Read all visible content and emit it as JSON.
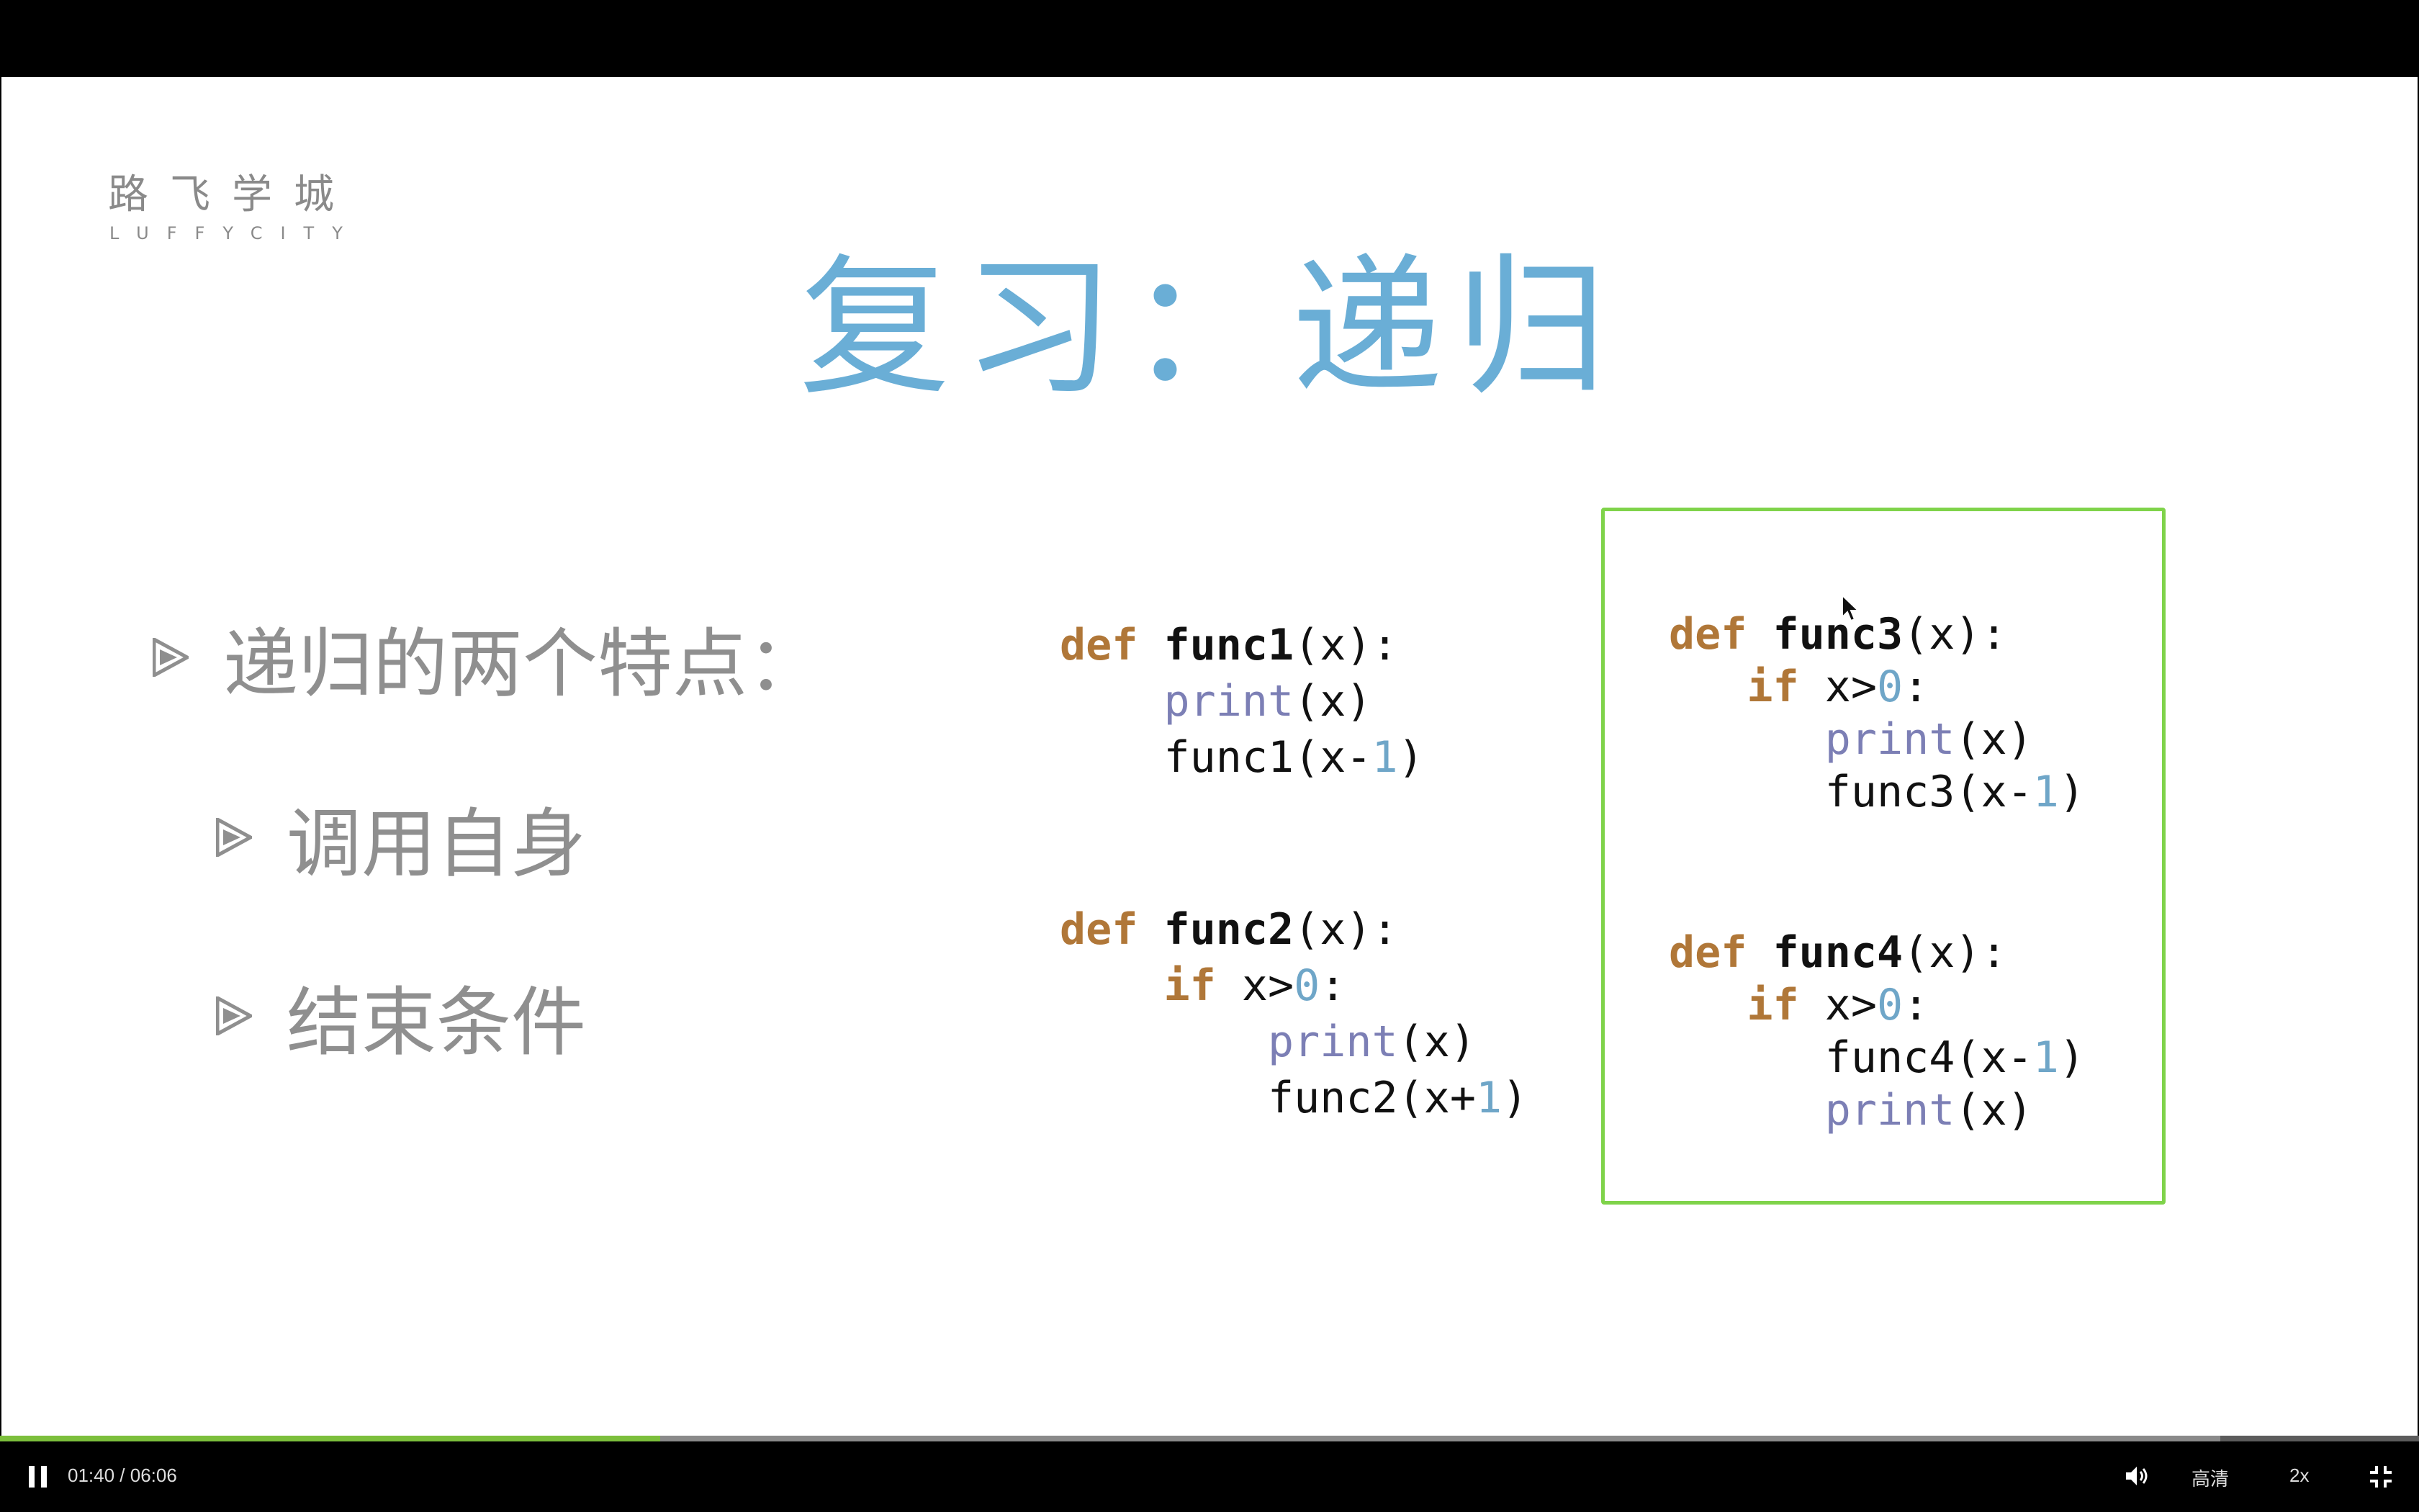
{
  "slide": {
    "logo_cn": "路飞学城",
    "logo_en": "LUFFYCITY",
    "title": "复习：递归",
    "bullets": [
      "递归的两个特点：",
      "调用自身",
      "结束条件"
    ]
  },
  "code": {
    "block1": {
      "def": "def",
      "name": "func1",
      "sig": "(x):",
      "print": "print",
      "print_arg": "(x)",
      "call": "func1(x-",
      "num": "1",
      "close": ")"
    },
    "block2": {
      "def": "def",
      "name": "func2",
      "sig": "(x):",
      "if": "if",
      "cond": " x>",
      "zero": "0",
      "colon": ":",
      "print": "print",
      "print_arg": "(x)",
      "call": "func2(x+",
      "num": "1",
      "close": ")"
    },
    "block3": {
      "def": "def",
      "name": "func3",
      "sig": "(x):",
      "if": "if",
      "cond": " x>",
      "zero": "0",
      "colon": ":",
      "print": "print",
      "print_arg": "(x)",
      "call": "func3(x-",
      "num": "1",
      "close": ")"
    },
    "block4": {
      "def": "def",
      "name": "func4",
      "sig": "(x):",
      "if": "if",
      "cond": " x>",
      "zero": "0",
      "colon": ":",
      "call": "func4(x-",
      "num": "1",
      "close": ")",
      "print": "print",
      "print_arg": "(x)"
    }
  },
  "player": {
    "time": "01:40 / 06:06",
    "progress": 0.273,
    "buffered": 0.918,
    "quality": "高清",
    "speed": "2x",
    "icons": [
      "pause-icon",
      "volume-icon",
      "fullscreen-exit-icon"
    ]
  },
  "colors": {
    "title": "#6aaed6",
    "highlight_box": "#7fd34a",
    "keyword": "#b07738",
    "builtin": "#7c7fb5",
    "number": "#6fa6c8",
    "progress": "#7cbf3c"
  }
}
